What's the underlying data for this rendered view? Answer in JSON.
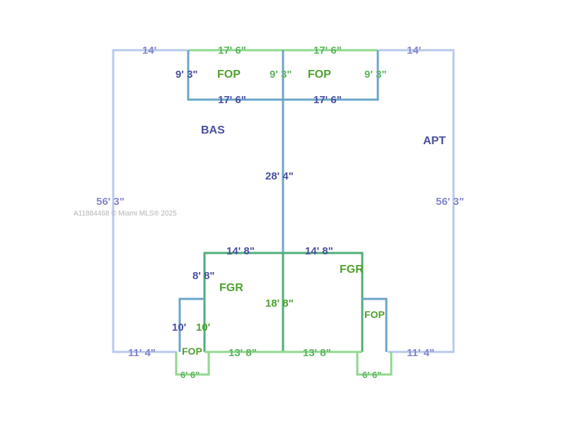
{
  "colors": {
    "outline": "#b9c9ec",
    "outline_text": "#8487c9",
    "porch_line": "#8fd88f",
    "porch_text": "#5fb35f",
    "inner_line": "#6ba5c8",
    "inner_text": "#4b4f9f",
    "garage_line": "#4fae78",
    "garage_text": "#4fa12e",
    "room_text": "#4b4f9f",
    "room_green": "#4fa12e"
  },
  "watermark": "A11884468 © Miami MLS® 2025",
  "rooms": {
    "bas": "BAS",
    "apt": "APT",
    "fop_top_left": "FOP",
    "fop_top_right": "FOP",
    "fgr_left": "FGR",
    "fgr_right": "FGR",
    "fop_bottom_left": "FOP",
    "fop_bottom_right": "FOP"
  },
  "dims": {
    "outer_top_left": "14'",
    "outer_top_right": "14'",
    "porch_top_left": "17' 6\"",
    "porch_top_right": "17' 6\"",
    "porch_left_height": "9' 3\"",
    "porch_mid_height": "9' 3\"",
    "porch_right_height": "9' 3\"",
    "porch_bottom_left": "17' 6\"",
    "porch_bottom_right": "17' 6\"",
    "center_wall": "28' 4\"",
    "outer_left_height": "56' 3\"",
    "outer_right_height": "56' 3\"",
    "garage_top_left": "14' 8\"",
    "garage_top_right": "14' 8\"",
    "garage_left_height": "8' 8\"",
    "garage_center_height": "18' 8\"",
    "notch_left_outer": "10'",
    "notch_left_inner": "10'",
    "outer_bottom_left": "11' 4\"",
    "outer_bottom_right": "11' 4\"",
    "garage_bottom_left": "13' 8\"",
    "garage_bottom_right": "13' 8\"",
    "stoop_left": "6' 6\"",
    "stoop_right": "6' 6\""
  }
}
